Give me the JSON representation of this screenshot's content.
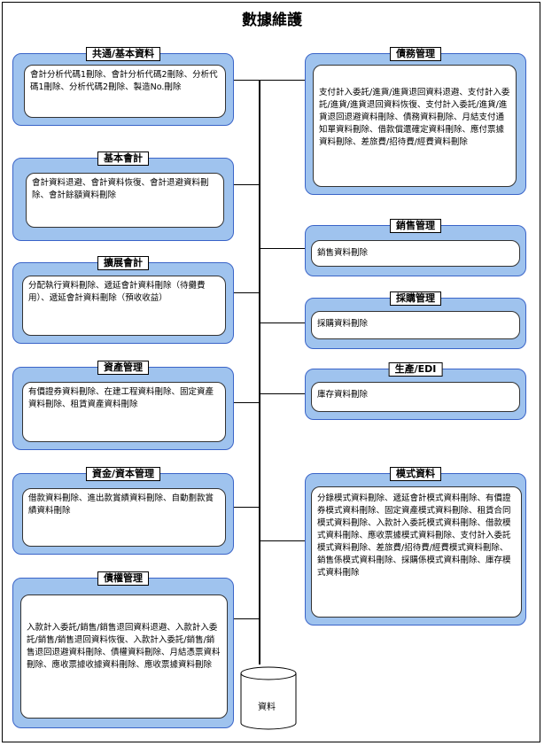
{
  "page": {
    "title": "數據維護"
  },
  "panels": {
    "common": {
      "title": "共通/基本資料",
      "text": "會計分析代碼1刪除、會計分析代碼2刪除、分析代碼1刪除、分析代碼2刪除、製造No.刪除"
    },
    "basic_accounting": {
      "title": "基本會計",
      "text": "會計資料退避、會計資料恢復、會計退避資料刪除、會計餘額資料刪除"
    },
    "extended_accounting": {
      "title": "擴展會計",
      "text": "分配執行資料刪除、遞延會計資料刪除（待攤費用）、遞延會計資料刪除（預收收益）"
    },
    "asset": {
      "title": "資產管理",
      "text": "有價證券資料刪除、在建工程資料刪除、固定資產資料刪除、租賃資產資料刪除"
    },
    "fund": {
      "title": "資金/資本管理",
      "text": "借款資料刪除、進出款賞績資料刪除、自動劃款賞績資料刪除"
    },
    "receivable": {
      "title": "債權管理",
      "text": "入款計入委託/銷售/銷售退回資料退避、入款計入委託/銷售/銷售退回資料恢復、入款計入委託/銷售/銷售退回退避資料刪除、債權資料刪除、月結憑票資料刪除、應收票據收據資料刪除、應收票據資料刪除"
    },
    "payable": {
      "title": "債務管理",
      "text": "支付計入委託/進貨/進貨退回資料退避、支付計入委託/進貨/進貨退回資料恢復、支付計入委託/進貨/進貨退回退避資料刪除、債務資料刪除、月結支付通知單資料刪除、借款償還確定資料刪除、應付票據資料刪除、差旅費/招待費/經費資料刪除"
    },
    "sales": {
      "title": "銷售管理",
      "text": "銷售資料刪除"
    },
    "purchase": {
      "title": "採購管理",
      "text": "採購資料刪除"
    },
    "production": {
      "title": "生產/EDI",
      "text": "庫存資料刪除"
    },
    "templates": {
      "title": "模式資料",
      "text": "分錄模式資料刪除、遞延會計模式資料刪除、有價證券模式資料刪除、固定資產模式資料刪除、租賃合同模式資料刪除、入款計入委託模式資料刪除、借款模式資料刪除、應收票據模式資料刪除、支付計入委託模式資料刪除、差旅費/招待費/經費模式資料刪除、銷售係模式資料刪除、採購係模式資料刪除、庫存模式資料刪除"
    }
  },
  "database": {
    "label": "資料"
  },
  "colors": {
    "panel_fill": "#9fc3ee",
    "panel_border": "#3a64c8",
    "connector": "#000000"
  }
}
